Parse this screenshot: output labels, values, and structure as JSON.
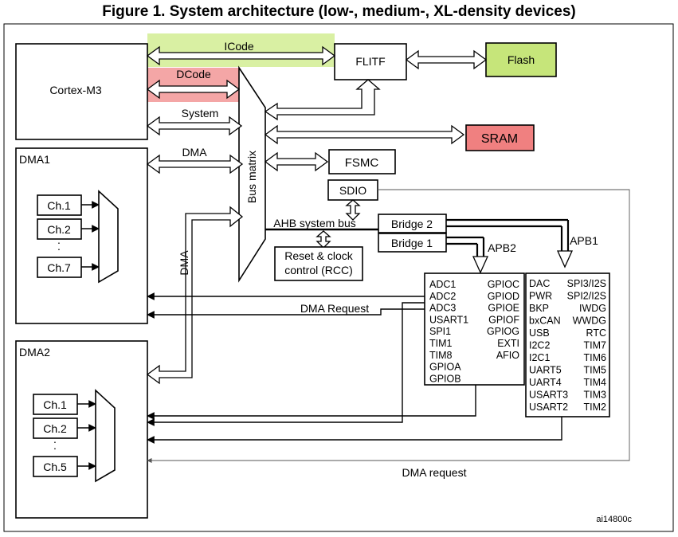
{
  "title": "Figure 1. System architecture (low-, medium-, XL-density devices)",
  "blocks": {
    "cortex": "Cortex-M3",
    "flitf": "FLITF",
    "flash": "Flash",
    "sram": "SRAM",
    "fsmc": "FSMC",
    "sdio": "SDIO",
    "dma1": "DMA1",
    "dma2": "DMA2",
    "bus_matrix": "Bus matrix",
    "bridge2": "Bridge  2",
    "bridge1": "Bridge  1",
    "rcc_line1": "Reset & clock",
    "rcc_line2": "control (RCC)"
  },
  "buses": {
    "icode": "ICode",
    "dcode": "DCode",
    "system": "System",
    "dma_bus": "DMA",
    "dma_vertical": "DMA",
    "ahb": "AHB system bus",
    "apb2": "APB2",
    "apb1": "APB1",
    "dma_request_1": "DMA Request",
    "dma_request_2": "DMA request"
  },
  "dma1_channels": [
    "Ch.1",
    "Ch.2",
    "Ch.7"
  ],
  "dma2_channels": [
    "Ch.1",
    "Ch.2",
    "Ch.5"
  ],
  "ellipsis": "·",
  "apb2_left": [
    "ADC1",
    "ADC2",
    "ADC3",
    "USART1",
    "SPI1",
    "TIM1",
    "TIM8",
    "GPIOA",
    "GPIOB"
  ],
  "apb2_right": [
    "GPIOC",
    "GPIOD",
    "GPIOE",
    "GPIOF",
    "GPIOG",
    "EXTI",
    "AFIO"
  ],
  "apb1_left": [
    "DAC",
    "PWR",
    "BKP",
    "bxCAN",
    "USB",
    "I2C2",
    "I2C1",
    "UART5",
    "UART4",
    "USART3",
    "USART2"
  ],
  "apb1_right": [
    "SPI3/I2S",
    "SPI2/I2S",
    "IWDG",
    "WWDG",
    "RTC",
    "TIM7",
    "TIM6",
    "TIM5",
    "TIM4",
    "TIM3",
    "TIM2"
  ],
  "figure_id": "ai14800c",
  "colors": {
    "icode_highlight": "#d9f0a3",
    "dcode_highlight": "#f4a6a6",
    "flash_fill": "#c6e57a",
    "sram_fill": "#f08080"
  }
}
